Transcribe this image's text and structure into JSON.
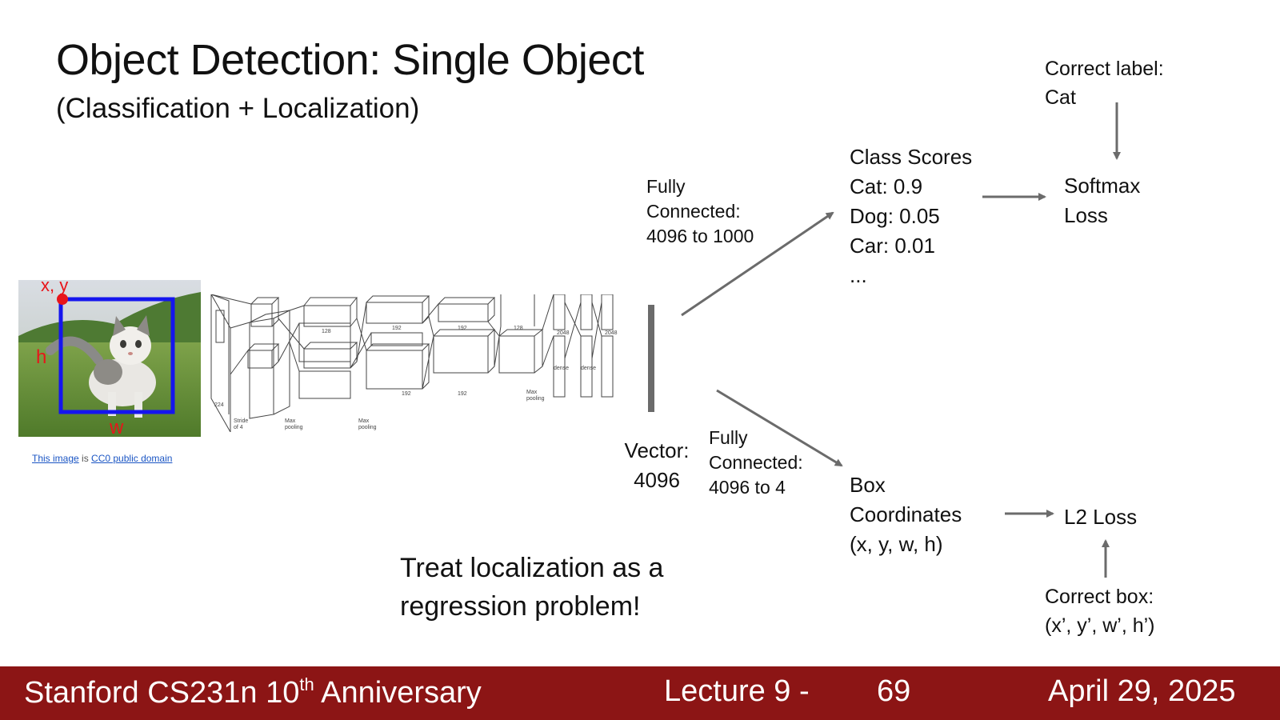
{
  "slide": {
    "title": "Object Detection: Single Object",
    "subtitle": "(Classification + Localization)"
  },
  "image": {
    "labels": {
      "xy": "x, y",
      "h": "h",
      "w": "w"
    },
    "credit_link1": "This image",
    "credit_mid": "is",
    "credit_link2": "CC0 public domain"
  },
  "vector": {
    "line1": "Vector:",
    "line2": "4096"
  },
  "fc_top": {
    "line1": "Fully",
    "line2": "Connected:",
    "line3": "4096 to 1000"
  },
  "fc_bottom": {
    "line1": "Fully",
    "line2": "Connected:",
    "line3": "4096 to 4"
  },
  "class_scores": {
    "heading": "Class Scores",
    "items": [
      "Cat: 0.9",
      "Dog: 0.05",
      "Car: 0.01",
      "..."
    ]
  },
  "softmax": {
    "line1": "Softmax",
    "line2": "Loss"
  },
  "correct_label": {
    "line1": "Correct label:",
    "line2": "Cat"
  },
  "box_coords": {
    "line1": "Box",
    "line2": "Coordinates",
    "line3": "(x, y, w, h)"
  },
  "l2_loss": {
    "label": "L2 Loss"
  },
  "correct_box": {
    "line1": "Correct box:",
    "line2": "(x’, y’, w’, h’)"
  },
  "note": {
    "line1": "Treat localization as a",
    "line2": "regression problem!"
  },
  "footer": {
    "course_a": "Stanford CS231n 10",
    "course_sup": "th",
    "course_b": " Anniversary",
    "lecture": "Lecture 9 -",
    "page": "69",
    "date": "April 29, 2025"
  },
  "colors": {
    "footer_bg": "#8c1515",
    "bbox": "#1515ee",
    "label_red": "#e8151b",
    "arrow": "#6b6b6b"
  }
}
